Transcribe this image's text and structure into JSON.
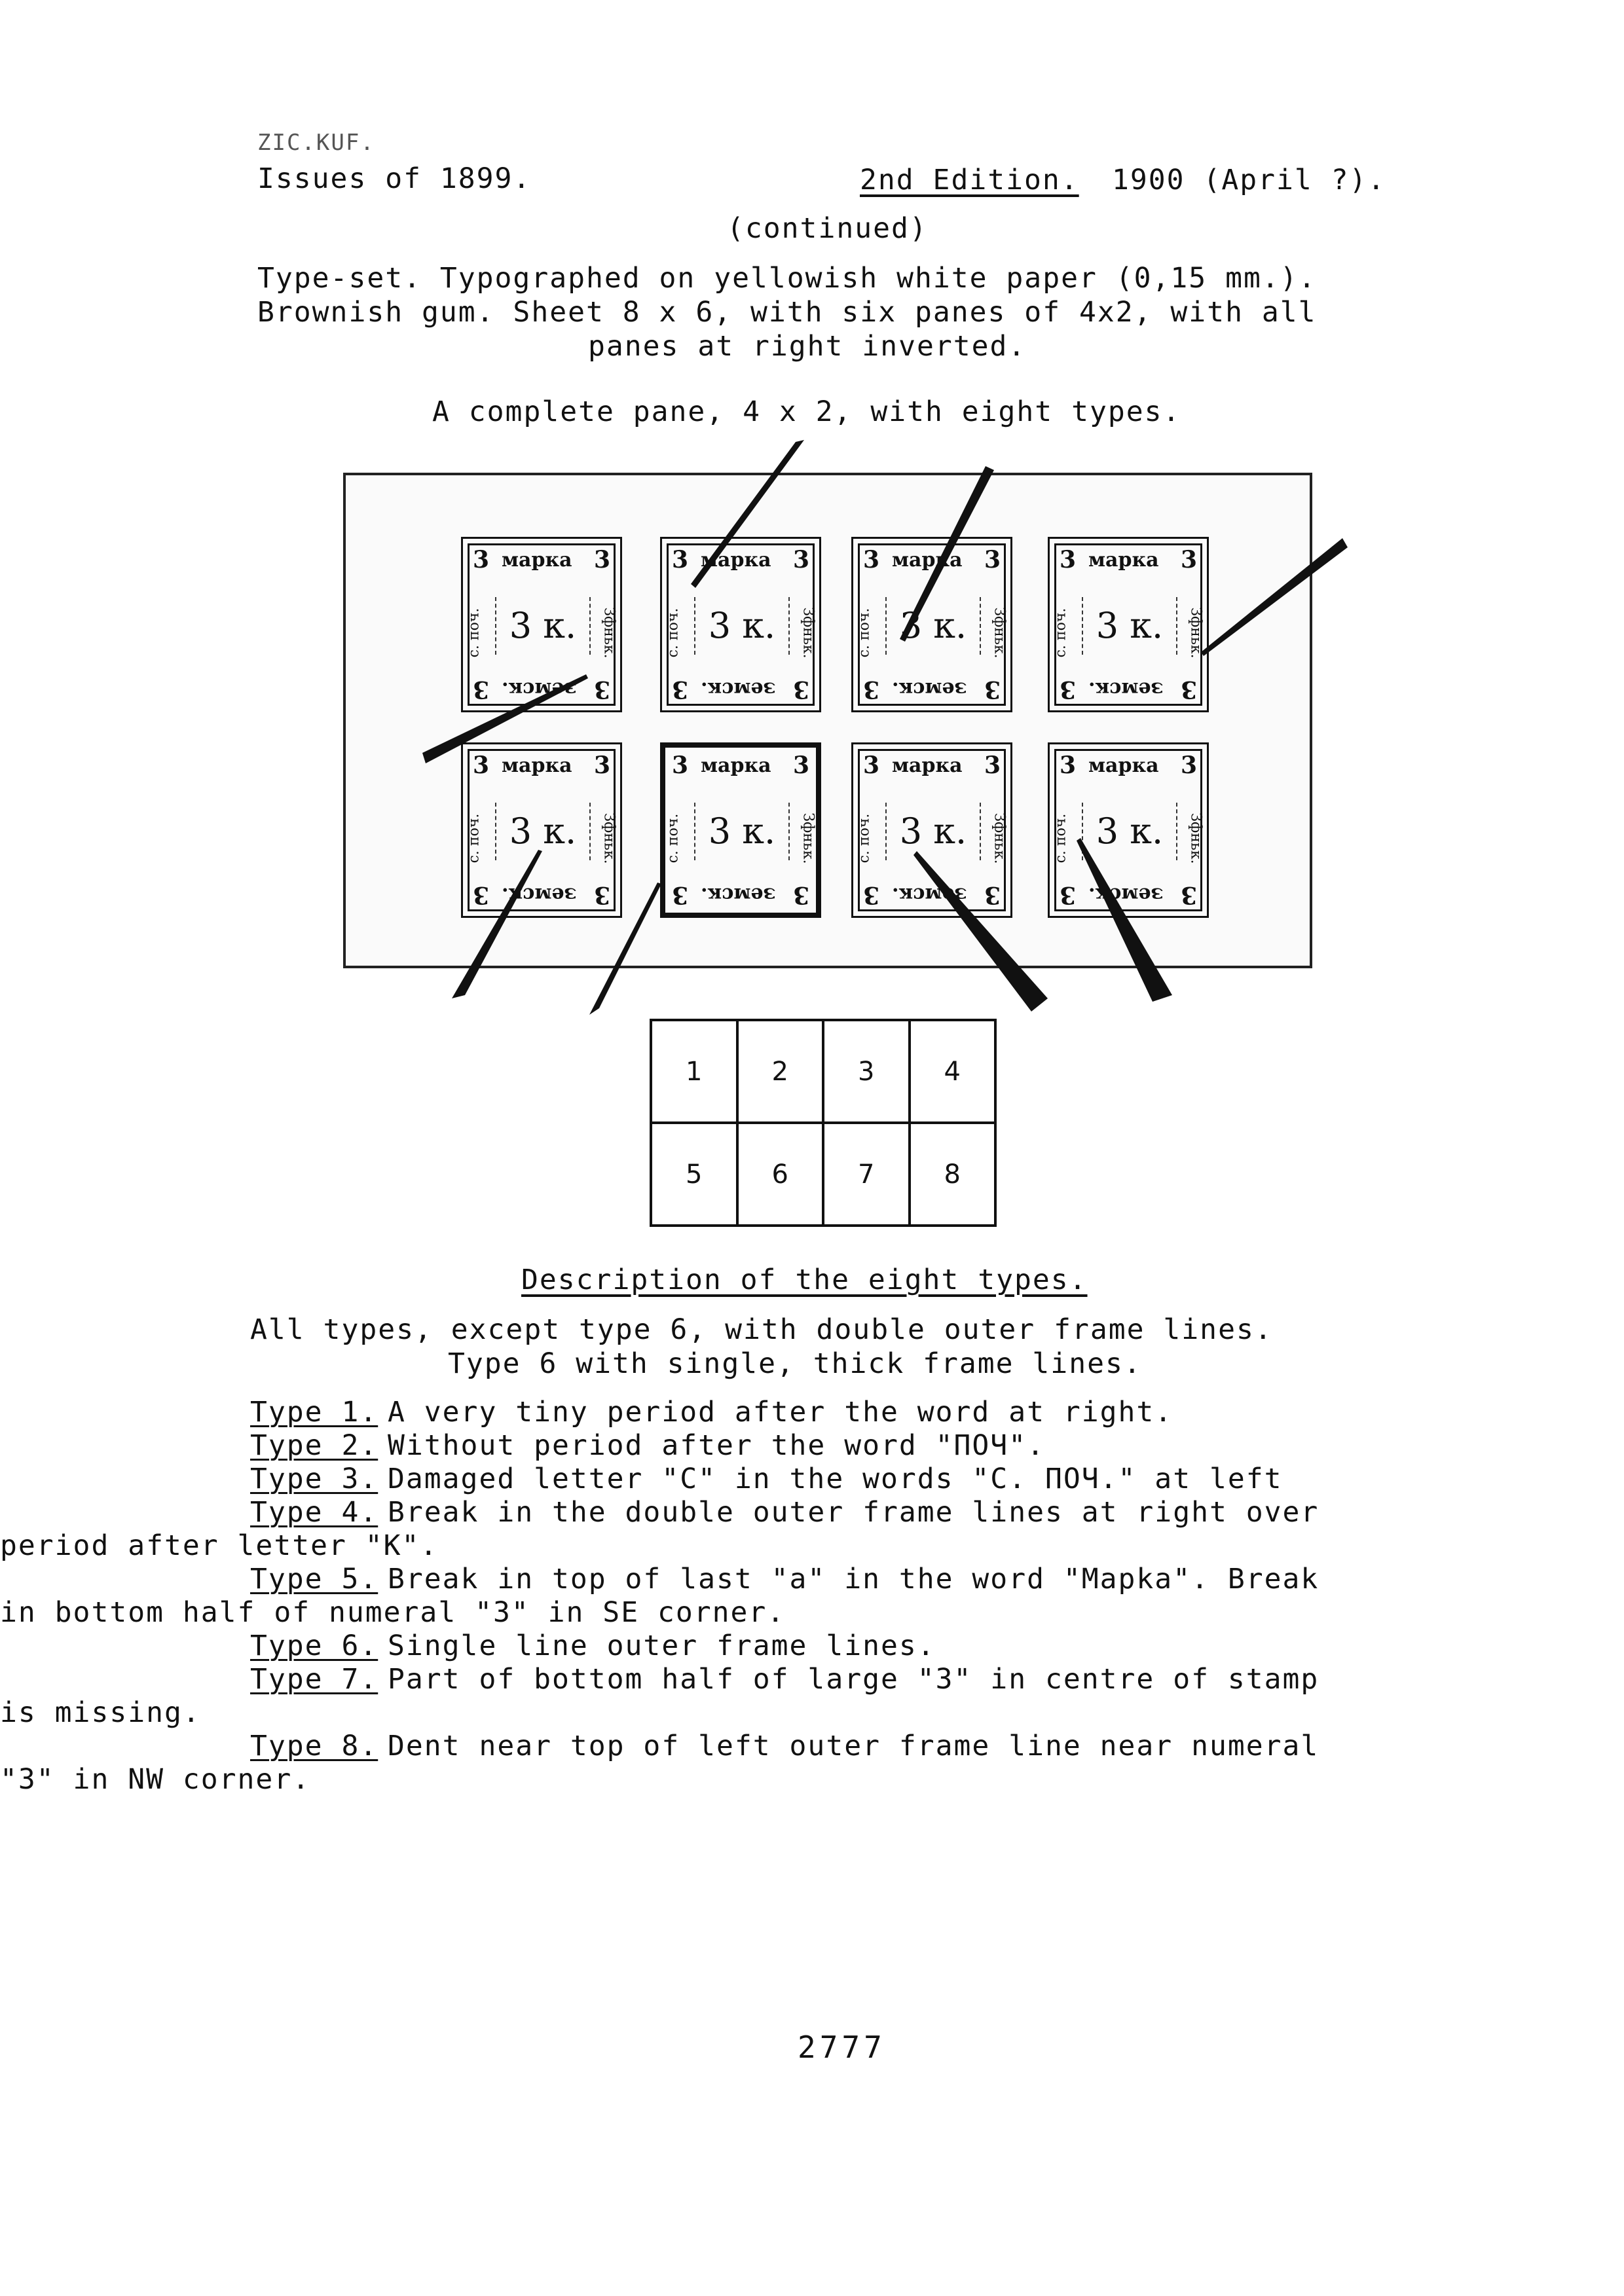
{
  "header": {
    "top_fragment": "ZIC.KUF.",
    "issues": "Issues of 1899.",
    "edition": "2nd Edition.",
    "date": "1900 (April ?).",
    "continued": "(continued)"
  },
  "intro": {
    "line1": "Type-set.  Typographed on yellowish white paper (0,15 mm.).",
    "line2": "Brownish gum. Sheet 8 x 6,  with six panes of 4x2, with all",
    "line3": "panes at  right inverted."
  },
  "pane_caption": "A complete pane, 4 x 2, with eight types.",
  "stamp_text": {
    "corner_numeral": "3",
    "top_word": "марка",
    "bottom_word": "земск.",
    "value": "3 к.",
    "left_word": "с. поч.",
    "right_word": "Зфньк."
  },
  "layout_grid": {
    "rows": [
      [
        "1",
        "2",
        "3",
        "4"
      ],
      [
        "5",
        "6",
        "7",
        "8"
      ]
    ]
  },
  "description": {
    "title": "Description of the eight types.",
    "line1": "All types,  except type 6,  with double  outer frame lines.",
    "line2": "Type 6 with single,  thick frame lines."
  },
  "types": [
    {
      "label": "Type 1.",
      "lines": [
        "A very tiny period after the word at right."
      ]
    },
    {
      "label": "Type 2.",
      "lines": [
        "Without period after the word \"ПОЧ\"."
      ]
    },
    {
      "label": "Type 3.",
      "lines": [
        "Damaged letter \"C\" in the words \"C. ПОЧ.\" at left"
      ]
    },
    {
      "label": "Type 4.",
      "lines": [
        "Break in the double outer frame lines at right over",
        "period after  letter \"K\"."
      ]
    },
    {
      "label": "Type 5.",
      "lines": [
        "Break in top of last \"a\" in the word \"Mapka\". Break",
        "in bottom half of numeral \"3\" in SE corner."
      ]
    },
    {
      "label": "Type 6.",
      "lines": [
        "Single line outer frame lines."
      ]
    },
    {
      "label": "Type 7.",
      "lines": [
        "Part of bottom half of large \"3\" in centre of stamp",
        "is missing."
      ]
    },
    {
      "label": "Type 8.",
      "lines": [
        "Dent near top of left outer frame line near numeral",
        "\"3\" in NW corner."
      ]
    }
  ],
  "page_number": "2777"
}
